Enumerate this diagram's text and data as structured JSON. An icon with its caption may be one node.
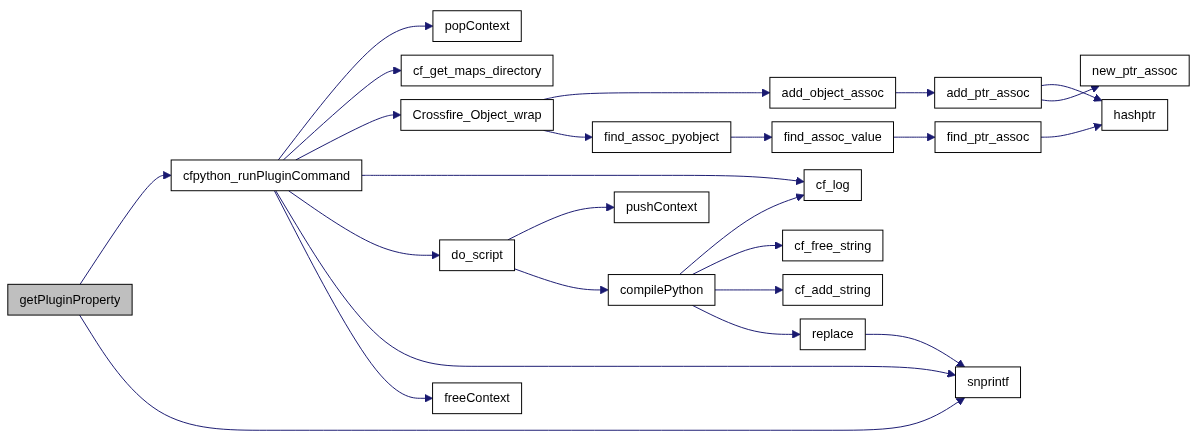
{
  "diagram": {
    "nodes": [
      {
        "text": [
          "getPluginProperty"
        ]
      },
      {
        "text": [
          "cfpython_runPluginCommand"
        ]
      },
      {
        "text": [
          "popContext"
        ]
      },
      {
        "text": [
          "cf_get_maps_directory"
        ]
      },
      {
        "text": [
          "Crossfire_Object_wrap"
        ]
      },
      {
        "text": [
          "do_script"
        ]
      },
      {
        "text": [
          "freeContext"
        ]
      },
      {
        "text": [
          "add_object_assoc"
        ]
      },
      {
        "text": [
          "find_assoc_pyobject"
        ]
      },
      {
        "text": [
          "pushContext"
        ]
      },
      {
        "text": [
          "compilePython"
        ]
      },
      {
        "text": [
          "add_ptr_assoc"
        ]
      },
      {
        "text": [
          "find_assoc_value"
        ]
      },
      {
        "text": [
          "cf_log"
        ]
      },
      {
        "text": [
          "cf_free_string"
        ]
      },
      {
        "text": [
          "cf_add_string"
        ]
      },
      {
        "text": [
          "replace"
        ]
      },
      {
        "text": [
          "new_ptr_assoc"
        ]
      },
      {
        "text": [
          "find_ptr_assoc"
        ]
      },
      {
        "text": [
          "hashptr"
        ]
      },
      {
        "text": [
          "snprintf"
        ]
      }
    ],
    "edges": [
      {
        "from": 0,
        "to": 1,
        "arrow": "to"
      },
      {
        "from": 0,
        "to": 20,
        "arrow": "to"
      },
      {
        "from": 1,
        "to": 2,
        "arrow": "to"
      },
      {
        "from": 1,
        "to": 3,
        "arrow": "to"
      },
      {
        "from": 1,
        "to": 4,
        "arrow": "to"
      },
      {
        "from": 1,
        "to": 13,
        "arrow": "to"
      },
      {
        "from": 1,
        "to": 5,
        "arrow": "to"
      },
      {
        "from": 1,
        "to": 20,
        "arrow": "to"
      },
      {
        "from": 1,
        "to": 6,
        "arrow": "to"
      },
      {
        "from": 4,
        "to": 7,
        "arrow": "to"
      },
      {
        "from": 4,
        "to": 8,
        "arrow": "to"
      },
      {
        "from": 7,
        "to": 11,
        "arrow": "to"
      },
      {
        "from": 11,
        "to": 19,
        "arrow": "to"
      },
      {
        "from": 11,
        "to": 17,
        "arrow": "to"
      },
      {
        "from": 8,
        "to": 12,
        "arrow": "to"
      },
      {
        "from": 12,
        "to": 18,
        "arrow": "to"
      },
      {
        "from": 18,
        "to": 19,
        "arrow": "to"
      },
      {
        "from": 5,
        "to": 9,
        "arrow": "to"
      },
      {
        "from": 5,
        "to": 10,
        "arrow": "to"
      },
      {
        "from": 10,
        "to": 13,
        "arrow": "to"
      },
      {
        "from": 10,
        "to": 14,
        "arrow": "to"
      },
      {
        "from": 10,
        "to": 15,
        "arrow": "to"
      },
      {
        "from": 10,
        "to": 16,
        "arrow": "to"
      },
      {
        "from": 16,
        "to": 20,
        "arrow": "to"
      }
    ]
  }
}
